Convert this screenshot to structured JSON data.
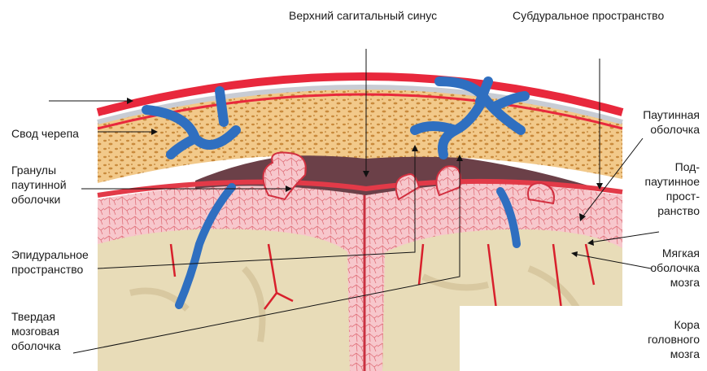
{
  "labels": {
    "sinus": "Верхний сагитальный синус",
    "subdural": "Субдуральное пространство",
    "skull": "Свод черепа",
    "granules": [
      "Гранулы",
      "паутинной",
      "оболочки"
    ],
    "epidural": [
      "Эпидуральное",
      "пространство"
    ],
    "dura": [
      "Твердая",
      "мозговая",
      "оболочка"
    ],
    "arachnoid": [
      "Паутинная",
      "оболочка"
    ],
    "subarachnoid": [
      "Под-",
      "паутинное",
      "прост-",
      "ранство"
    ],
    "pia": [
      "Мягкая",
      "оболочка",
      "мозга"
    ],
    "cortex": [
      "Кора",
      "головного",
      "мозга"
    ]
  },
  "colors": {
    "skin": "#e8283c",
    "bone": "#f2c98a",
    "bone_pores": "#c98a3c",
    "dura": "#f5b7bb",
    "epidural_space": "#6b4048",
    "arachnoid": "#f7c7cc",
    "vessels_red": "#d8202c",
    "vein": "#2f6fc0",
    "brain": "#e8dcb8",
    "sulcus": "#f4bcc0"
  }
}
